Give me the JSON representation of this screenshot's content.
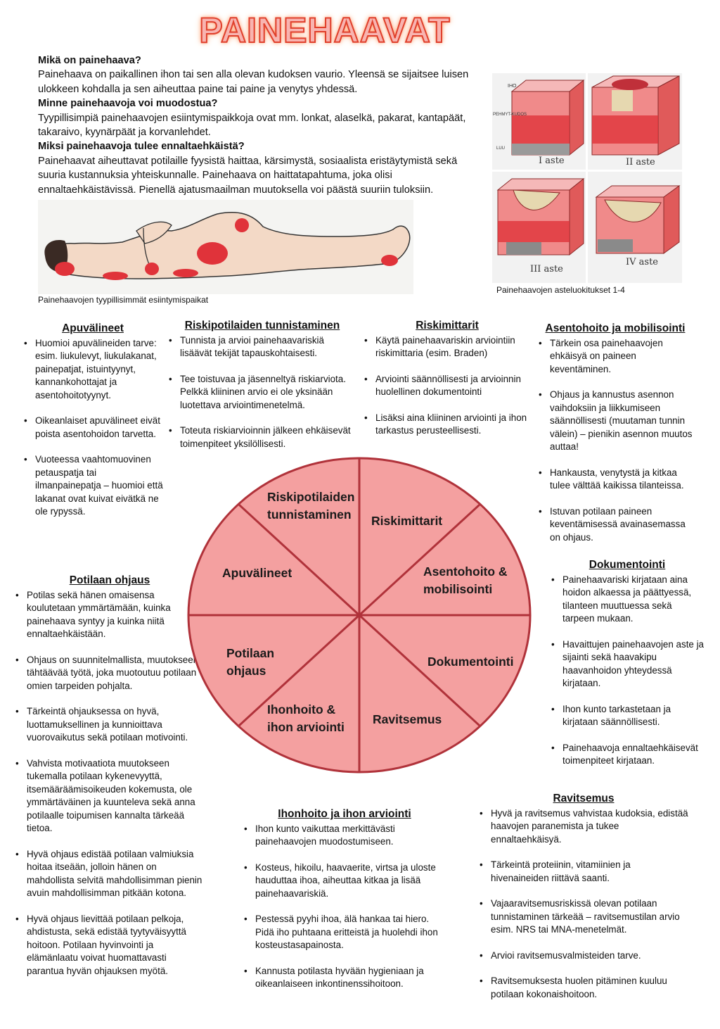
{
  "title": "PAINEHAAVAT",
  "intro": [
    {
      "q": "Mikä on painehaava?",
      "a": "Painehaava on paikallinen ihon tai sen alla olevan kudoksen vaurio. Yleensä se sijaitsee luisen ulokkeen kohdalla ja sen aiheuttaa paine tai paine ja venytys yhdessä."
    },
    {
      "q": "Minne painehaavoja voi muodostua?",
      "a": "Tyypillisimpiä painehaavojen esiintymispaikkoja ovat mm. lonkat, alaselkä, pakarat, kantapäät, takaraivo, kyynärpäät ja korvanlehdet."
    },
    {
      "q": "Miksi painehaavoja tulee ennaltaehkäistä?",
      "a": "Painehaavat aiheuttavat potilaille fyysistä haittaa, kärsimystä, sosiaalista eristäytymistä sekä suuria kustannuksia yhteiskunnalle. Painehaava on haittatapahtuma, joka olisi ennaltaehkäistävissä. Pienellä ajatusmaailman muutoksella voi päästä suuriin tuloksiin."
    }
  ],
  "captions": {
    "body": "Painehaavojen tyypillisimmät esiintymispaikat",
    "stages": "Painehaavojen asteluokitukset 1-4"
  },
  "stage_labels": [
    "I aste",
    "II aste",
    "III aste",
    "IV aste"
  ],
  "stage_annotations": {
    "top": "IHO",
    "side": "PEHMYT-KUDOS",
    "bottom": "LUU"
  },
  "colors": {
    "accent": "#e0402c",
    "wheel_fill": "#f4a0a0",
    "wheel_line": "#b0323a",
    "wound": "#e0333a",
    "skin": "#f3d9c6"
  },
  "sections": {
    "apuvalineet": {
      "heading": "Apuvälineet",
      "items": [
        "Huomioi apuvälineiden tarve: esim. liukulevyt, liukulakanat, painepatjat, istuintyynyt, kannankohottajat ja asentohoitotyynyt.",
        "Oikeanlaiset apuvälineet eivät poista asentohoidon tarvetta.",
        "Vuoteessa vaahtomuovinen petauspatja tai ilmanpainepatja – huomioi että lakanat ovat kuivat eivätkä ne ole rypyssä."
      ]
    },
    "riskipotilaat": {
      "heading": "Riskipotilaiden tunnistaminen",
      "items": [
        "Tunnista ja arvioi painehaavariskiä lisäävät tekijät tapauskohtaisesti.",
        "Tee toistuvaa ja jäsenneltyä riskiarviota. Pelkkä kliininen arvio ei ole yksinään luotettava arviointimenetelmä.",
        "Toteuta riskiarvioinnin jälkeen ehkäisevät toimenpiteet yksilöllisesti."
      ]
    },
    "riskimittarit": {
      "heading": "Riskimittarit",
      "items": [
        "Käytä painehaavariskin arviointiin riskimittaria (esim. Braden)",
        "Arviointi säännöllisesti ja arvioinnin huolellinen dokumentointi",
        "Lisäksi aina kliininen arviointi ja ihon tarkastus perusteellisesti."
      ]
    },
    "asentohoito": {
      "heading": "Asentohoito ja mobilisointi",
      "items": [
        "Tärkein osa painehaavojen ehkäisyä on paineen keventäminen.",
        "Ohjaus ja kannustus asennon vaihdoksiin ja liikkumiseen säännöllisesti (muutaman tunnin välein) – pienikin asennon muutos auttaa!",
        "Hankausta, venytystä ja kitkaa tulee välttää kaikissa tilanteissa.",
        "Istuvan potilaan paineen keventämisessä avainasemassa on ohjaus."
      ]
    },
    "potilaan_ohjaus": {
      "heading": "Potilaan ohjaus",
      "items": [
        "Potilas sekä hänen omaisensa koulutetaan ymmärtämään, kuinka painehaava syntyy ja kuinka niitä ennaltaehkäistään.",
        "Ohjaus on suunnitelmallista, muutokseen tähtäävää työtä, joka muotoutuu potilaan omien tarpeiden pohjalta.",
        "Tärkeintä ohjauksessa on hyvä, luottamuksellinen ja kunnioittava vuorovaikutus sekä potilaan motivointi.",
        "Vahvista motivaatiota muutokseen tukemalla potilaan kykenevyyttä, itsemääräämisoikeuden kokemusta, ole ymmärtäväinen ja kuunteleva sekä anna potilaalle toipumisen kannalta tärkeää tietoa.",
        "Hyvä ohjaus edistää potilaan valmiuksia hoitaa itseään, jolloin hänen on mahdollista selvitä mahdollisimman pienin avuin mahdollisimman pitkään kotona.",
        "Hyvä ohjaus lievittää potilaan pelkoja, ahdistusta, sekä edistää tyytyväisyyttä hoitoon. Potilaan hyvinvointi ja elämänlaatu voivat huomattavasti parantua hyvän ohjauksen myötä."
      ]
    },
    "dokumentointi": {
      "heading": "Dokumentointi",
      "items": [
        "Painehaavariski kirjataan aina hoidon alkaessa ja päättyessä, tilanteen muuttuessa sekä tarpeen mukaan.",
        "Havaittujen painehaavojen aste ja sijainti sekä haavakipu haavanhoidon yhteydessä kirjataan.",
        "Ihon kunto tarkastetaan ja kirjataan säännöllisesti.",
        "Painehaavoja ennaltaehkäisevät toimenpiteet kirjataan."
      ]
    },
    "ravitsemus": {
      "heading": "Ravitsemus",
      "items": [
        "Hyvä ja ravitsemus vahvistaa kudoksia, edistää haavojen paranemista ja tukee ennaltaehkäisyä.",
        "Tärkeintä proteiinin, vitamiinien ja hivenaineiden riittävä saanti.",
        "Vajaaravitsemusriskissä olevan potilaan tunnistaminen tärkeää – ravitsemustilan arvio esim. NRS tai MNA-menetelmät.",
        "Arvioi ravitsemusvalmisteiden tarve.",
        "Ravitsemuksesta huolen pitäminen kuuluu potilaan kokonaishoitoon."
      ]
    },
    "ihonhoito": {
      "heading": "Ihonhoito ja ihon arviointi",
      "items": [
        "Ihon kunto vaikuttaa merkittävästi painehaavojen muodostumiseen.",
        "Kosteus, hikoilu, haavaerite, virtsa ja uloste hauduttaa ihoa, aiheuttaa kitkaa ja lisää painehaavariskiä.",
        "Pestessä pyyhi ihoa, älä hankaa tai hiero. Pidä iho puhtaana eritteistä ja huolehdi ihon kosteustasapainosta.",
        "Kannusta potilasta hyvään hygieniaan ja oikeanlaiseen inkontinenssihoitoon."
      ]
    }
  },
  "wheel": {
    "segments": [
      {
        "lines": [
          "Riskipotilaiden",
          "tunnistaminen"
        ]
      },
      {
        "lines": [
          "Riskimittarit"
        ]
      },
      {
        "lines": [
          "Asentohoito &",
          "mobilisointi"
        ]
      },
      {
        "lines": [
          "Dokumentointi"
        ]
      },
      {
        "lines": [
          "Ravitsemus"
        ]
      },
      {
        "lines": [
          "Ihonhoito &",
          "ihon arviointi"
        ]
      },
      {
        "lines": [
          "Potilaan",
          "ohjaus"
        ]
      },
      {
        "lines": [
          "Apuvälineet"
        ]
      }
    ]
  }
}
